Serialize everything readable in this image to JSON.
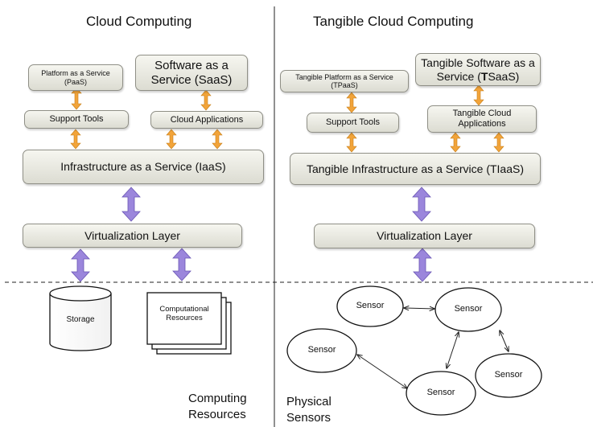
{
  "left": {
    "title": "Cloud Computing",
    "paas": "Platform as a Service (PaaS)",
    "saas": "Software as a Service (SaaS)",
    "support_tools": "Support Tools",
    "cloud_applications": "Cloud Applications",
    "iaas": "Infrastructure as a Service (IaaS)",
    "virtualization": "Virtualization Layer",
    "storage": "Storage",
    "computational": "Computational Resources",
    "caption_line1": "Computing",
    "caption_line2": "Resources"
  },
  "right": {
    "title": "Tangible Cloud Computing",
    "tpaas": "Tangible Platform as a Service (TPaaS)",
    "tsaas_prefix": "Tangible Software as a Service (",
    "tsaas_bold": "T",
    "tsaas_suffix": "SaaS)",
    "support_tools": "Support Tools",
    "tangible_cloud_applications": "Tangible Cloud Applications",
    "tiaas": "Tangible Infrastructure as a Service (TIaaS)",
    "virtualization": "Virtualization Layer",
    "sensor_label": "Sensor",
    "caption_line1": "Physical",
    "caption_line2": "Sensors"
  },
  "colors": {
    "orange_arrow": "#f2a43a",
    "purple_arrow": "#9b86dc",
    "box_border": "#8f8f86"
  }
}
